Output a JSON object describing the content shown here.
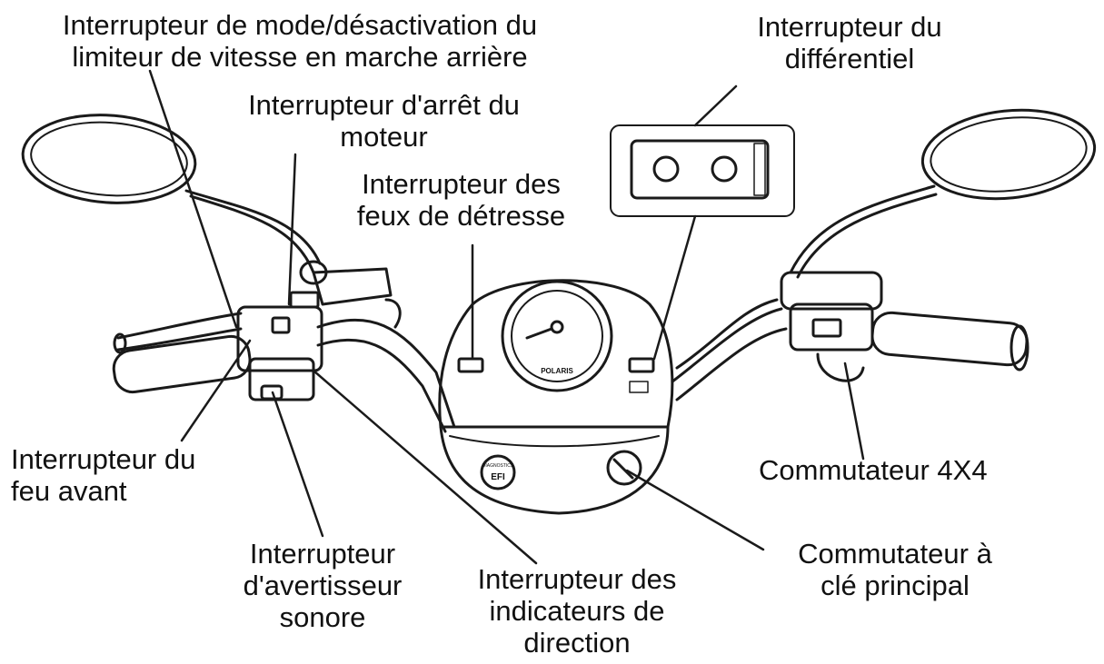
{
  "labels": {
    "mode_switch": {
      "line1": "Interrupteur de mode/désactivation du",
      "line2": "limiteur de vitesse en marche arrière"
    },
    "diff_switch": {
      "line1": "Interrupteur du",
      "line2": "différentiel"
    },
    "engine_stop": {
      "line1": "Interrupteur d'arrêt du",
      "line2": "moteur"
    },
    "hazard": {
      "line1": "Interrupteur des",
      "line2": "feux de détresse"
    },
    "headlight": {
      "line1": "Interrupteur du",
      "line2": "feu avant"
    },
    "horn": {
      "line1": "Interrupteur",
      "line2": "d'avertisseur",
      "line3": "sonore"
    },
    "turn_signal": {
      "line1": "Interrupteur des",
      "line2": "indicateurs de",
      "line3": "direction"
    },
    "awd": {
      "line1": "Commutateur 4X4"
    },
    "key_switch": {
      "line1": "Commutateur à",
      "line2": "clé principal"
    }
  },
  "gauge": {
    "brand": "POLARIS",
    "efi_top": "DIAGNOSTICS",
    "efi_main": "EFI"
  },
  "colors": {
    "ink": "#111111",
    "line": "#1a1a1a",
    "background": "#ffffff"
  }
}
